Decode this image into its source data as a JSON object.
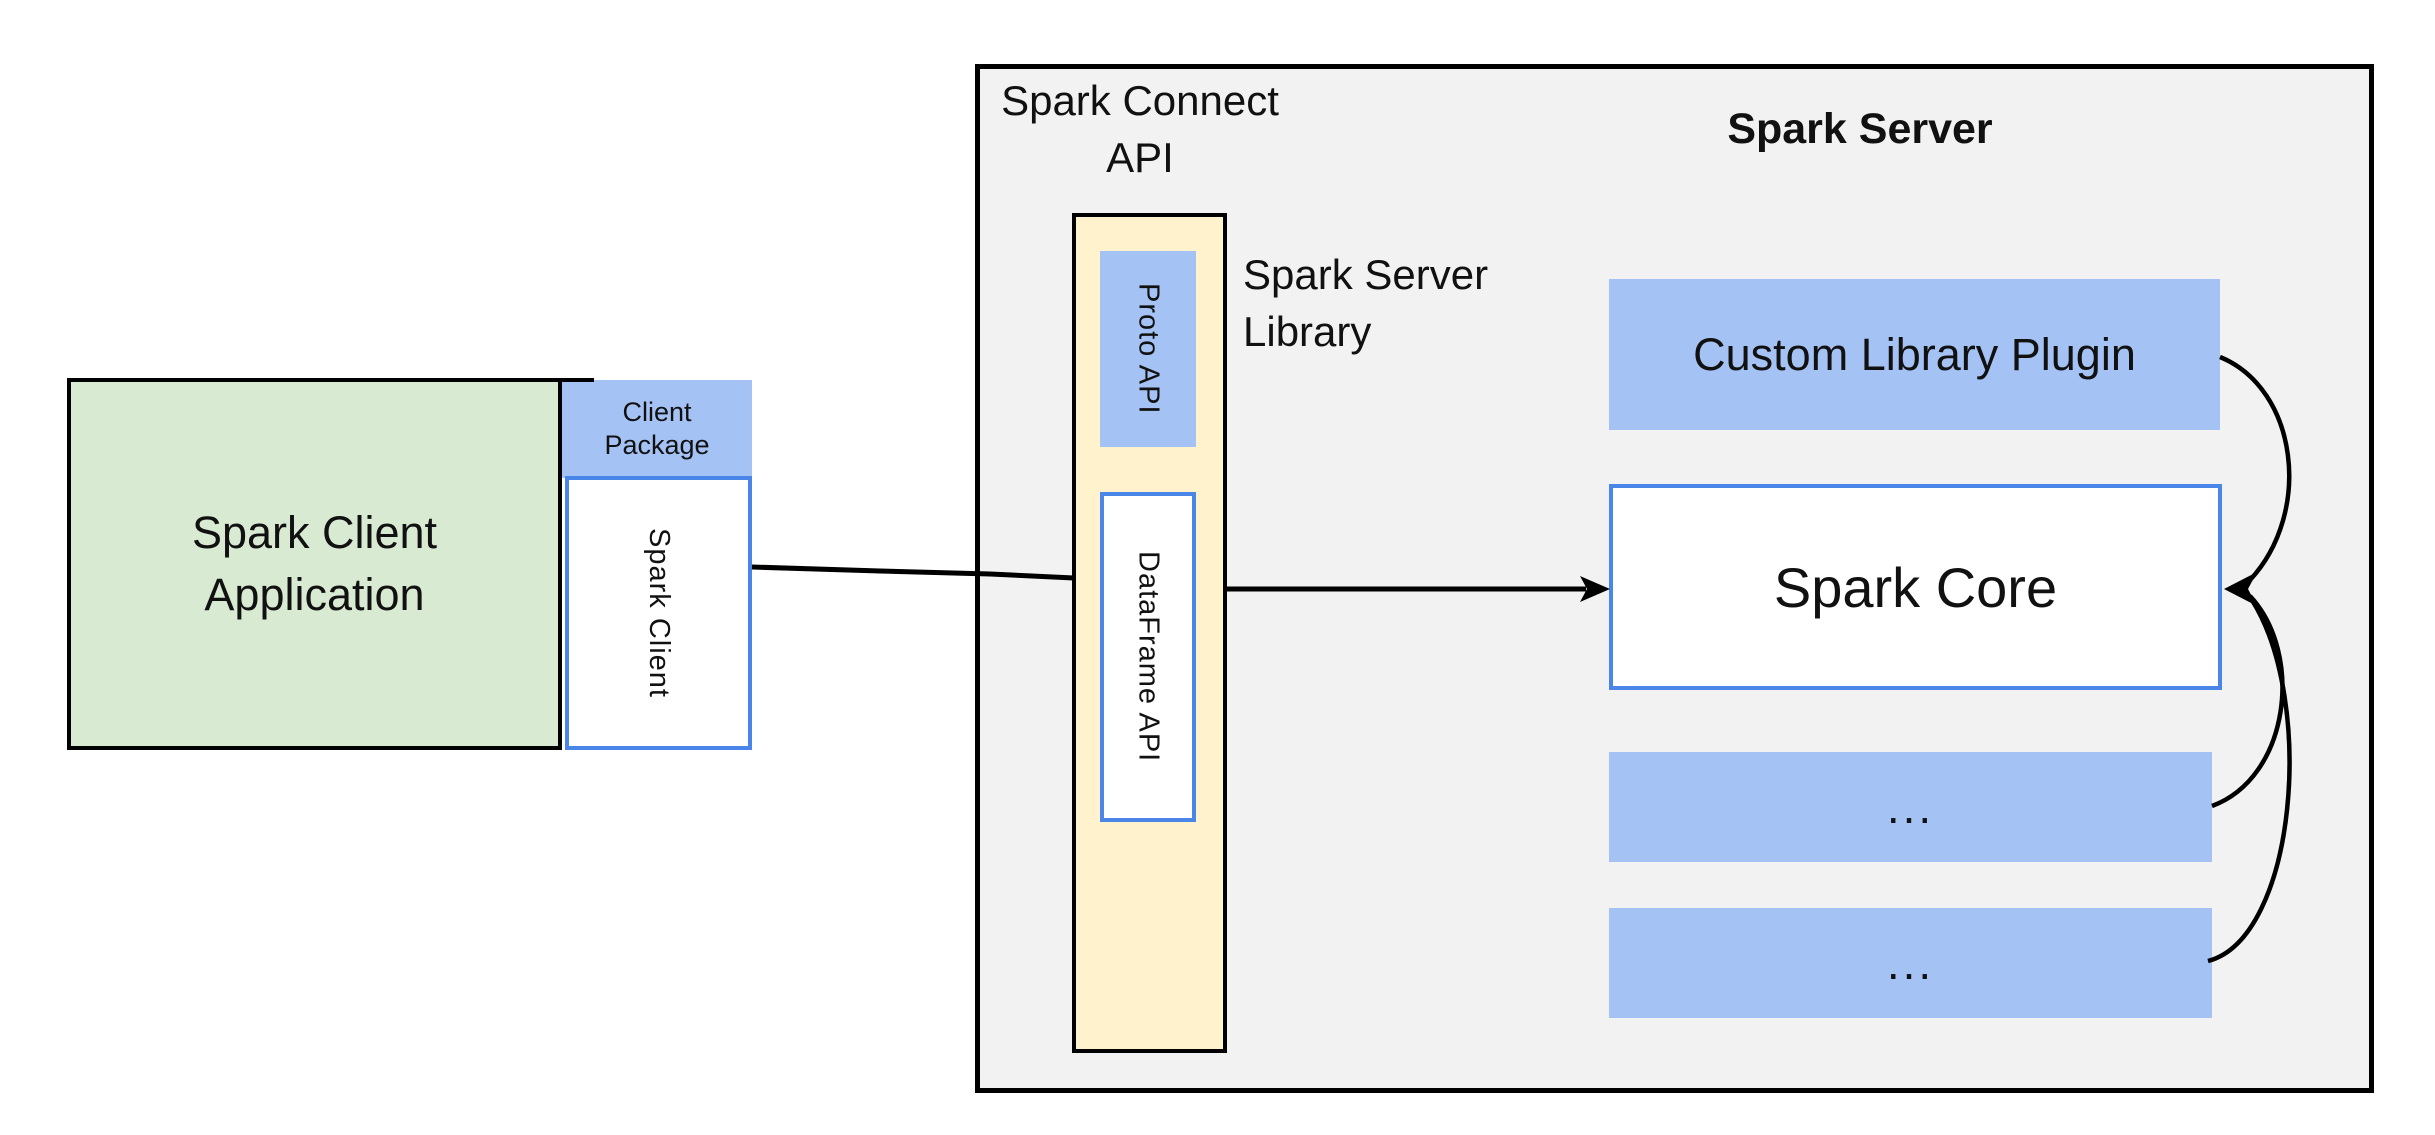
{
  "colors": {
    "blue-fill": "#a4c2f4",
    "blue-border": "#4a86e8",
    "green-fill": "#d9ead3",
    "yellow-fill": "#fff2cc",
    "gray-fill": "#f2f2f2",
    "line-black": "#000000",
    "text-color": "#111111"
  },
  "client": {
    "app_label": "Spark Client\nApplication",
    "package_label": "Client\nPackage",
    "client_label": "Spark Client"
  },
  "connect": {
    "title": "Spark Connect\nAPI",
    "library_label": "Spark Server\nLibrary",
    "proto_label": "Proto API",
    "dataframe_label": "DataFrame API"
  },
  "server": {
    "title": "Spark Server",
    "plugin_label": "Custom Library Plugin",
    "core_label": "Spark Core",
    "ellipsis_1": "...",
    "ellipsis_2": "..."
  }
}
